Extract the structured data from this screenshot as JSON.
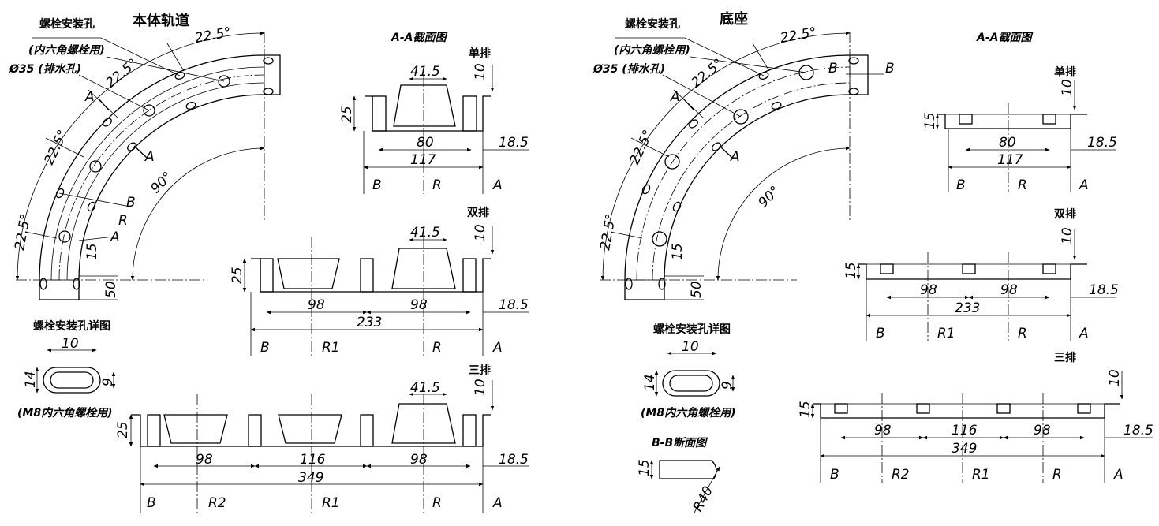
{
  "left": {
    "title": "本体轨道",
    "callouts": {
      "bolt_hole": "螺栓安装孔",
      "bolt_for": "(内六角螺栓用)",
      "drain": "Ø35 (排水孔)"
    },
    "angles": [
      "22.5°",
      "22.5°",
      "22.5°",
      "22.5°",
      "90°"
    ],
    "arc_labels": {
      "a1": "A",
      "a2": "A",
      "b": "B",
      "r": "R",
      "a3": "A"
    },
    "dims": {
      "w15": "15",
      "w50": "50"
    },
    "detail": {
      "title": "螺栓安装孔详图",
      "d10": "10",
      "d14": "14",
      "d9": "9",
      "note": "(M8内六角螺栓用)"
    },
    "section_title": "A-A截面图",
    "single": {
      "label": "单排",
      "top": "41.5",
      "h25": "25",
      "h10": "10",
      "d80": "80",
      "d117": "117",
      "d185": "18.5",
      "refs": [
        "B",
        "R",
        "A"
      ]
    },
    "double": {
      "label": "双排",
      "top": "41.5",
      "h25": "25",
      "h10": "10",
      "d98a": "98",
      "d98b": "98",
      "d233": "233",
      "d185": "18.5",
      "refs": [
        "B",
        "R1",
        "R",
        "A"
      ]
    },
    "triple": {
      "label": "三排",
      "top": "41.5",
      "h25": "25",
      "h10": "10",
      "d98a": "98",
      "d116": "116",
      "d98b": "98",
      "d349": "349",
      "d185": "18.5",
      "refs": [
        "B",
        "R2",
        "R1",
        "R",
        "A"
      ]
    }
  },
  "right": {
    "title": "底座",
    "callouts": {
      "bolt_hole": "螺栓安装孔",
      "bolt_for": "(内六角螺栓用)",
      "drain": "Ø35 (排水孔)"
    },
    "angles": [
      "22.5°",
      "22.5°",
      "22.5°",
      "22.5°",
      "90°"
    ],
    "arc_labels": {
      "a1": "A",
      "a2": "A",
      "b1": "B",
      "b2": "B"
    },
    "dims": {
      "w15": "15",
      "w50": "50"
    },
    "detail": {
      "title": "螺栓安装孔详图",
      "d10": "10",
      "d14": "14",
      "d9": "9",
      "note": "(M8内六角螺栓用)"
    },
    "bb": {
      "title": "B-B断面图",
      "h15": "15",
      "r40": "R40"
    },
    "section_title": "A-A截面图",
    "single": {
      "label": "单排",
      "h15": "15",
      "h10": "10",
      "d80": "80",
      "d117": "117",
      "d185": "18.5",
      "refs": [
        "B",
        "R",
        "A"
      ]
    },
    "double": {
      "label": "双排",
      "h15": "15",
      "h10": "10",
      "d98a": "98",
      "d98b": "98",
      "d233": "233",
      "d185": "18.5",
      "refs": [
        "B",
        "R1",
        "R",
        "A"
      ]
    },
    "triple": {
      "label": "三排",
      "h15": "15",
      "h10": "10",
      "d98a": "98",
      "d116": "116",
      "d98b": "98",
      "d349": "349",
      "d185": "18.5",
      "refs": [
        "B",
        "R2",
        "R1",
        "R",
        "A"
      ]
    }
  }
}
